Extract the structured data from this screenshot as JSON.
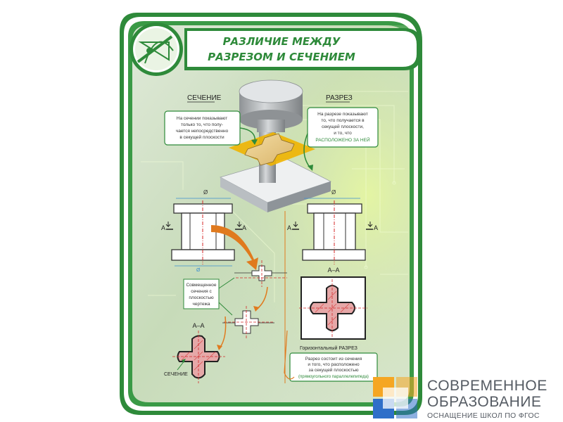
{
  "poster": {
    "title_line1": "РАЗЛИЧИЕ МЕЖДУ",
    "title_line2": "РАЗРЕЗОМ И СЕЧЕНИЕМ",
    "label_section": "СЕЧЕНИЕ",
    "label_cut": "РАЗРЕЗ",
    "callout_left": [
      "На сечении показывают",
      "только то, что полу-",
      "чается непосредственно",
      "в секущей плоскости"
    ],
    "callout_right": [
      "На разрезе показывают",
      "то, что получается в",
      "секущей плоскости,",
      "и то, что"
    ],
    "callout_right_highlight": "РАСПОЛОЖЕНО ЗА НЕЙ",
    "diameter_symbol": "Ø",
    "cut_mark": "А",
    "section_title": "А–А",
    "combined_note": [
      "Совмещенное",
      "сечения с",
      "плоскостью",
      "чертежа"
    ],
    "section_bottom_label": "СЕЧЕНИЕ",
    "horizontal_cut_label": "Горизонтальный РАЗРЕЗ",
    "bottom_note": [
      "Разрез состоит из сечения",
      "и того, что расположено",
      "за секущей плоскостью"
    ],
    "bottom_note_highlight": "(прямоугольного параллелепипеда)"
  },
  "brand": {
    "line1": "СОВРЕМЕННОЕ",
    "line2": "ОБРАЗОВАНИЕ",
    "line3": "ОСНАЩЕНИЕ ШКОЛ ПО ФГОС"
  },
  "colors": {
    "frame_green": "#2e8a3a",
    "panel_green": "#c9dcc0",
    "accent_orange": "#e07a1e",
    "accent_red": "#d42a2a",
    "accent_blue": "#3b8fd0",
    "brand_text": "#555b63"
  }
}
